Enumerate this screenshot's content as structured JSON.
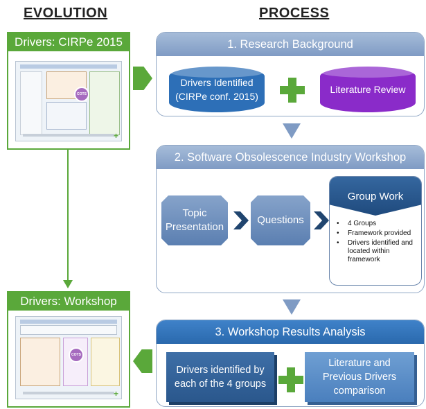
{
  "evolution": {
    "heading": "EVOLUTION",
    "panel1_title": "Drivers: CIRPe 2015",
    "panel2_title": "Drivers: Workshop",
    "thumb_core": "COTS",
    "accent_color": "#5aa83a"
  },
  "process": {
    "heading": "PROCESS",
    "section1": {
      "title": "1. Research Background",
      "drivers_line1": "Drivers Identified",
      "drivers_line2": "(CIRPe conf. 2015)",
      "literature": "Literature Review"
    },
    "section2": {
      "title": "2. Software Obsolescence Industry Workshop",
      "topic_line1": "Topic",
      "topic_line2": "Presentation",
      "questions": "Questions",
      "group_work": "Group Work",
      "group_items": [
        "4 Groups",
        "Framework provided",
        "Drivers identified and located within framework"
      ]
    },
    "section3": {
      "title": "3. Workshop Results Analysis",
      "drivers_line1": "Drivers identified by",
      "drivers_line2": "each of the 4 groups",
      "lit_line1": "Literature and",
      "lit_line2": "Previous Drivers",
      "lit_line3": "comparison"
    }
  },
  "colors": {
    "green": "#5aa83a",
    "blue_dark": "#2d6fb7",
    "purple": "#8a2bc9",
    "navy": "#20456f"
  }
}
